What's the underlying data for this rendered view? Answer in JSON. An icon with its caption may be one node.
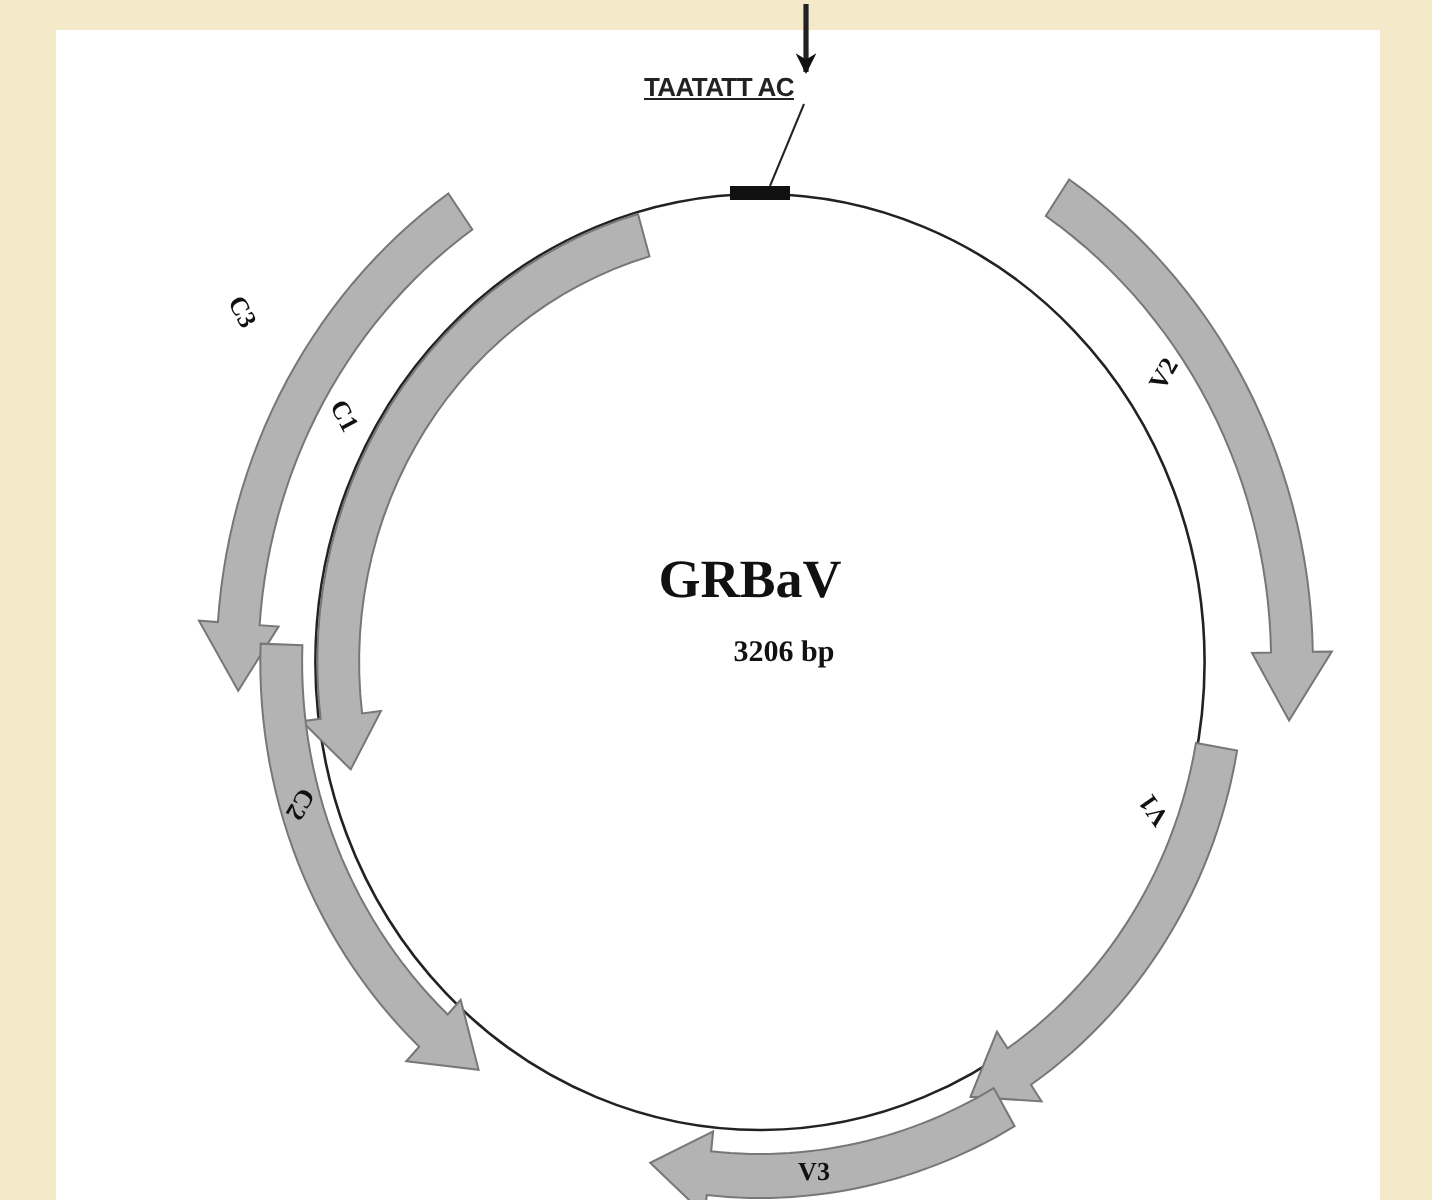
{
  "diagram": {
    "nodes": [
      {
        "text": [
          "TAATATT AC"
        ]
      },
      {
        "text": [],
        "shape": "bar"
      }
    ],
    "edges": [
      {
        "from": 0,
        "to": 1,
        "arrow": "none"
      },
      {
        "from": null,
        "to": 0,
        "arrow": "to",
        "style": "thick"
      }
    ],
    "labels": [
      "GRBaV",
      "3206 bp",
      "C3",
      "C1",
      "V2",
      "V1",
      "C2",
      "V3"
    ]
  }
}
